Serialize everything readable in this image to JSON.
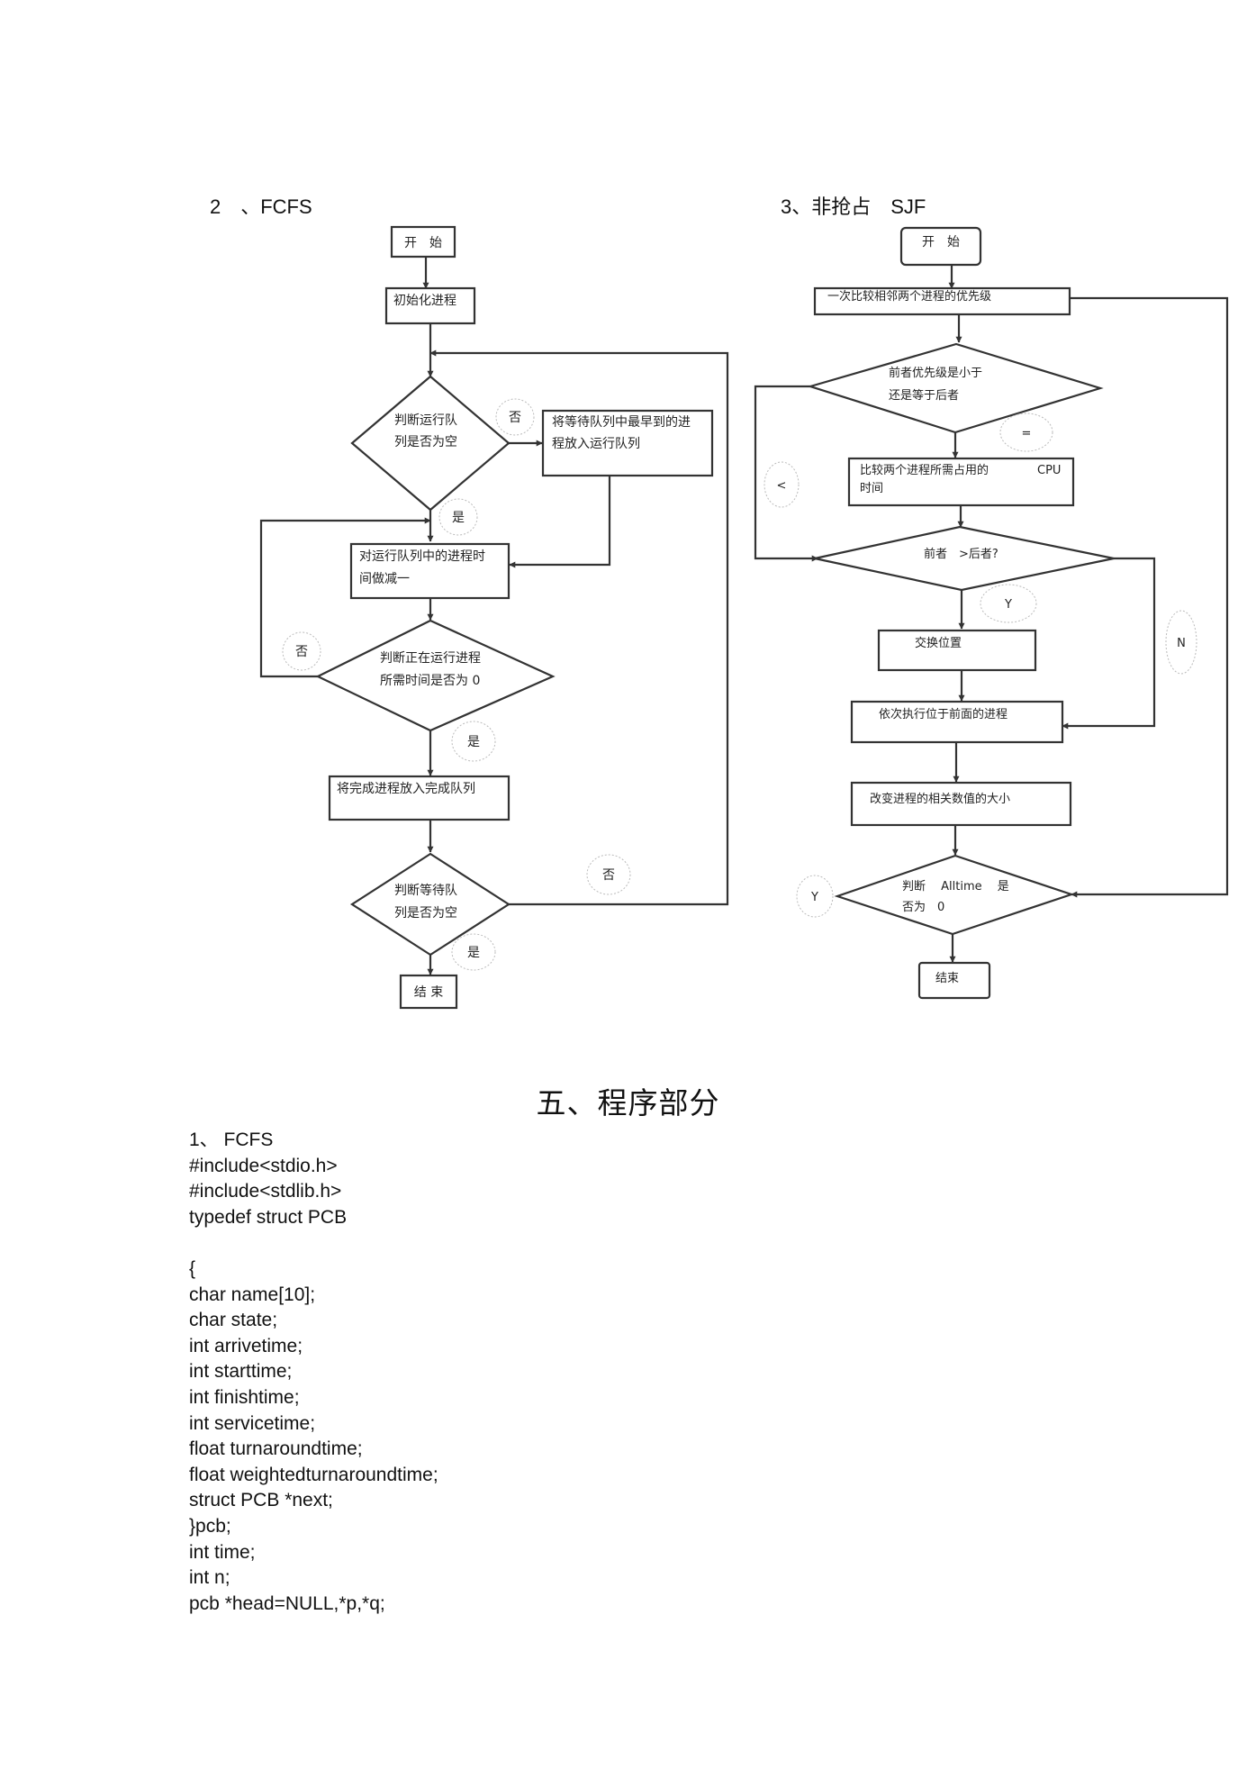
{
  "fcfs": {
    "heading": "2　、FCFS",
    "start": "开　始",
    "init": [
      "初始化进程"
    ],
    "check_run_queue": [
      "判断运行队",
      "列是否为空"
    ],
    "move_wait_to_run": [
      "将等待队列中最早到的进",
      "程放入运行队列"
    ],
    "decrement": [
      "对运行队列中的进程时",
      "间做减一"
    ],
    "check_time_zero": [
      "判断正在运行进程",
      "所需时间是否为 0"
    ],
    "move_to_done": [
      "将完成进程放入完成队列"
    ],
    "check_wait_queue": [
      "判断等待队",
      "列是否为空"
    ],
    "end": "结 束",
    "label_no": "否",
    "label_yes": "是"
  },
  "sjf": {
    "heading": "3、非抢占　SJF",
    "start": "开　始",
    "compare_priority": [
      "一次比较相邻两个进程的优先级"
    ],
    "priority_check": [
      "前者优先级是小于",
      "还是等于后者"
    ],
    "compare_cpu": [
      "比较两个进程所需占用的",
      "时间"
    ],
    "cpu_word": "CPU",
    "greater_check": [
      "前者　>后者?"
    ],
    "swap": [
      "交换位置"
    ],
    "run_front": [
      "依次执行位于前面的进程"
    ],
    "update_values": [
      "改变进程的相关数值的大小"
    ],
    "alltime_check": [
      "判断　 Alltime　 是",
      "否为　0"
    ],
    "end": "结束",
    "label_eq": "=",
    "label_lt": "<",
    "label_y": "Y",
    "label_n": "N"
  },
  "section_title": "五、程序部分",
  "code": {
    "lines": [
      "1、 FCFS",
      "#include<stdio.h>",
      "#include<stdlib.h>",
      "typedef struct PCB",
      "",
      "{",
      "char name[10];",
      "char state;",
      "int arrivetime;",
      "int starttime;",
      "int finishtime;",
      "int servicetime;",
      "float turnaroundtime;",
      "float weightedturnaroundtime;",
      "struct PCB *next;",
      "}pcb;",
      "int time;",
      "int n;",
      "pcb *head=NULL,*p,*q;"
    ]
  }
}
